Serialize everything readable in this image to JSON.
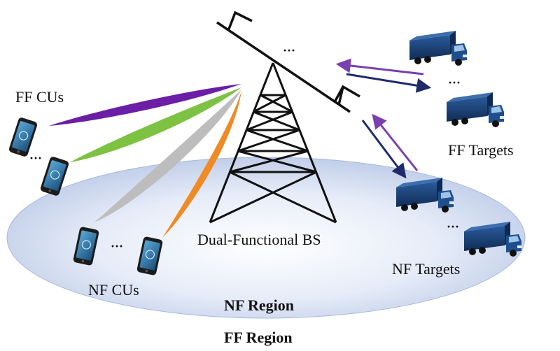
{
  "labels": {
    "ff_cus": "FF CUs",
    "nf_cus": "NF CUs",
    "ff_targets": "FF Targets",
    "nf_targets": "NF Targets",
    "bs": "Dual-Functional BS",
    "nf_region": "NF Region",
    "ff_region": "FF Region",
    "ellipsis": "···"
  },
  "colors": {
    "beam_purple": "#6a1fa6",
    "beam_green": "#7dc242",
    "beam_gray": "#bdbdbd",
    "beam_orange": "#f08a24",
    "arrow_purple": "#7a3fb0",
    "arrow_navy": "#1f2a6b",
    "truck_cab": "#1e4e8c",
    "truck_box": "#163a6b",
    "region_fill": "#c9d6ee"
  },
  "icons": {
    "base_station": "lattice-tower-icon",
    "phone": "smartphone-icon",
    "truck": "truck-icon"
  }
}
